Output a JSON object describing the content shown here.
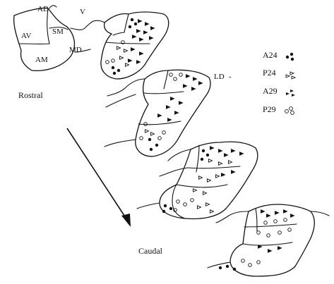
{
  "region_labels": {
    "ad": "AD",
    "v": "V",
    "av": "AV",
    "sm": "SM",
    "am": "AM",
    "md": "MD",
    "ld": "LD"
  },
  "axis": {
    "rostral": "Rostral",
    "caudal": "Caudal"
  },
  "legend": [
    {
      "label": "A24",
      "marker": "filled-circle"
    },
    {
      "label": "P24",
      "marker": "open-triangle"
    },
    {
      "label": "A29",
      "marker": "filled-triangle"
    },
    {
      "label": "P29",
      "marker": "open-circle"
    }
  ],
  "colors": {
    "ink": "#111111",
    "paper": "#ffffff"
  }
}
